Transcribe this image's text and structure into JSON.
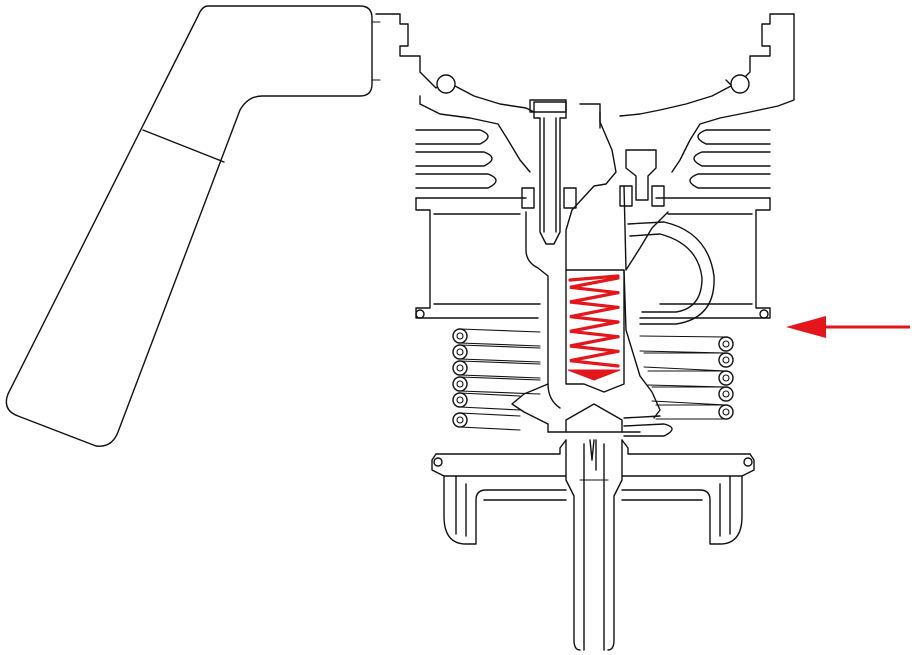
{
  "diagram": {
    "colors": {
      "line": "#111111",
      "highlight": "#e3161c",
      "background": "#ffffff"
    },
    "parts": [
      {
        "name": "handle"
      },
      {
        "name": "cap-housing"
      },
      {
        "name": "cooling-fins"
      },
      {
        "name": "center-spindle"
      },
      {
        "name": "spring",
        "highlighted": true
      },
      {
        "name": "side-coil-tubes"
      },
      {
        "name": "bypass-tube"
      },
      {
        "name": "lower-flange"
      },
      {
        "name": "outlet-nozzle"
      },
      {
        "name": "pointer-arrow",
        "direction": "left"
      }
    ],
    "coil_tube_count_left": 6,
    "coil_tube_count_right": 5,
    "spring_turns": 6
  }
}
